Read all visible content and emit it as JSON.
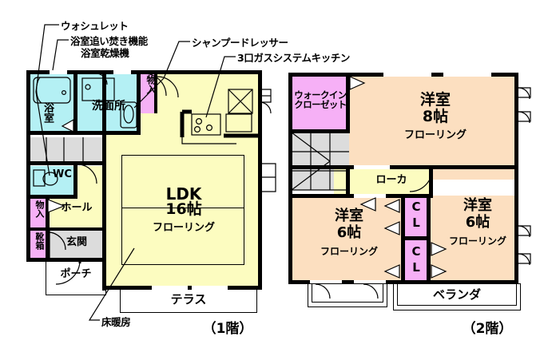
{
  "plan": {
    "floor1_caption": "（1階）",
    "floor2_caption": "（2階）"
  },
  "annotations": [
    {
      "id": "washlet",
      "text": "ウォシュレット"
    },
    {
      "id": "bath-reheat",
      "text": "浴室追い焚き機能"
    },
    {
      "id": "bath-dryer",
      "text": "浴室乾燥機"
    },
    {
      "id": "shampoo-dresser",
      "text": "シャンプードレッサー"
    },
    {
      "id": "gas-kitchen",
      "text": "3口ガスシステムキッチン"
    },
    {
      "id": "floor-heating",
      "text": "床暖房"
    }
  ],
  "floor1": {
    "rooms": [
      {
        "id": "bath",
        "name": "浴室",
        "sub": ""
      },
      {
        "id": "washroom",
        "name": "洗面所",
        "sub": ""
      },
      {
        "id": "storage1",
        "name": "物入",
        "sub": ""
      },
      {
        "id": "wc",
        "name": "WC",
        "sub": ""
      },
      {
        "id": "storage2",
        "name": "物入",
        "sub": ""
      },
      {
        "id": "shoebox",
        "name": "靴箱",
        "sub": ""
      },
      {
        "id": "hall",
        "name": "ホール",
        "sub": ""
      },
      {
        "id": "genkan",
        "name": "玄関",
        "sub": ""
      },
      {
        "id": "porch",
        "name": "ポーチ",
        "sub": ""
      },
      {
        "id": "ldk",
        "name": "LDK",
        "size": "16帖",
        "sub": "フローリング"
      },
      {
        "id": "terrace",
        "name": "テラス",
        "sub": ""
      }
    ]
  },
  "floor2": {
    "rooms": [
      {
        "id": "wic",
        "name": "ウォークイン\nクローゼット",
        "sub": ""
      },
      {
        "id": "western8",
        "name": "洋室",
        "size": "8帖",
        "sub": "フローリング"
      },
      {
        "id": "corridor",
        "name": "ローカ",
        "sub": ""
      },
      {
        "id": "western6a",
        "name": "洋室",
        "size": "6帖",
        "sub": "フローリング"
      },
      {
        "id": "western6b",
        "name": "洋室",
        "size": "6帖",
        "sub": "フローリング"
      },
      {
        "id": "closet1",
        "name": "C\nL",
        "sub": ""
      },
      {
        "id": "closet2",
        "name": "C\nL",
        "sub": ""
      },
      {
        "id": "veranda",
        "name": "ベランダ",
        "sub": ""
      }
    ]
  },
  "colors": {
    "yellow": "#fcfcc0",
    "cyan": "#b4f0f4",
    "pink": "#f6b0f6",
    "peach": "#fcdfc0",
    "gray": "#dcdcdc",
    "wall": "#000000"
  }
}
